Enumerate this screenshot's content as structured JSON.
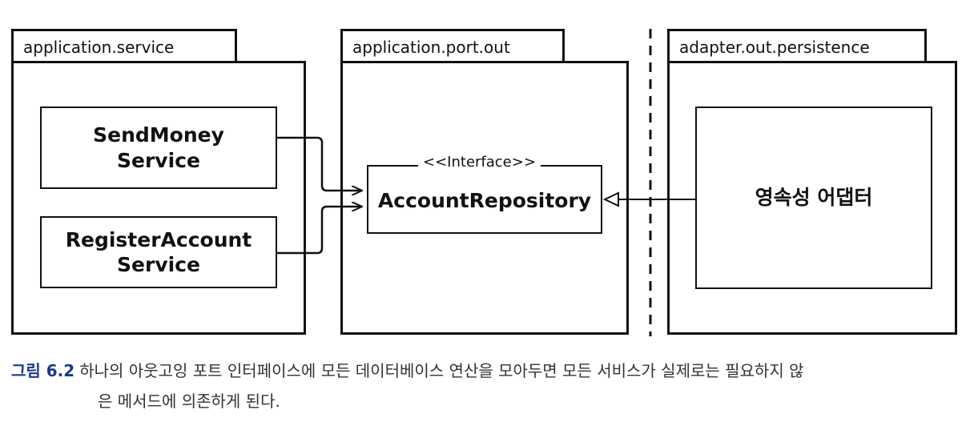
{
  "packages": {
    "service": {
      "label": "application.service"
    },
    "port": {
      "label": "application.port.out"
    },
    "adapter": {
      "label": "adapter.out.persistence"
    }
  },
  "classes": {
    "send_money": {
      "line1": "SendMoney",
      "line2": "Service"
    },
    "register_account": {
      "line1": "RegisterAccount",
      "line2": "Service"
    },
    "account_repository": {
      "stereotype": "<<Interface>>",
      "name": "AccountRepository"
    },
    "persistence_adapter": {
      "name": "영속성 어댑터"
    }
  },
  "caption": {
    "figure_label": "그림 6.2",
    "text_line1": "하나의 아웃고잉 포트 인터페이스에 모든 데이터베이스 연산을 모아두면 모든 서비스가 실제로는 필요하지 않",
    "text_line2": "은 메서드에 의존하게 된다."
  },
  "colors": {
    "line": "#111111",
    "figure_label": "#1a3a8a",
    "caption_text": "#333333"
  }
}
